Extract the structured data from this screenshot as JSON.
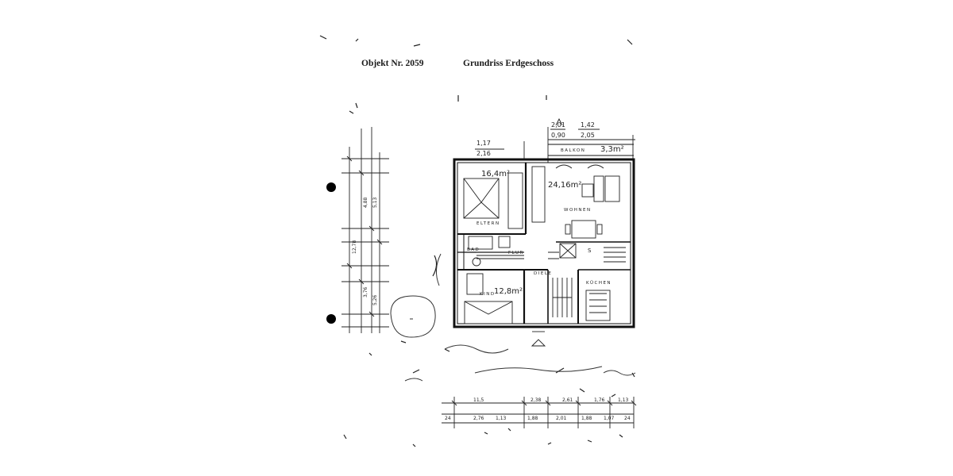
{
  "header": {
    "object_label": "Objekt Nr. 2059",
    "title": "Grundriss Erdgeschoss"
  },
  "rooms": {
    "eltern": {
      "name": "ELTERN",
      "area": "16,4m²"
    },
    "wohnen": {
      "name": "WOHNEN",
      "area": "24,16m²"
    },
    "balkon": {
      "name": "BALKON",
      "area": "3,3m²"
    },
    "bad": "BAD",
    "flur": "FLUR",
    "diele": "DIELE",
    "kueche": "KÜCHEN",
    "kind": {
      "name": "KIND",
      "area": "12,8m²"
    }
  },
  "dimensions": {
    "window_eltern": [
      "1,17",
      "2,16"
    ],
    "balcony_door": [
      "2,01",
      "0,90"
    ],
    "balcony_window": [
      "1,42",
      "2,05"
    ],
    "bottom_row_1": [
      "11,5",
      "2,38",
      "2,61",
      "1,76",
      "1,13"
    ],
    "bottom_row_2": [
      "24",
      "2,76",
      "1,13",
      "1,88",
      "2,01",
      "1,88",
      "1,07",
      "24"
    ],
    "left_chain": [
      "12,78",
      "4,88",
      "5,13",
      "3,76",
      "5,26"
    ]
  },
  "marks": {
    "s_mark": "S"
  }
}
